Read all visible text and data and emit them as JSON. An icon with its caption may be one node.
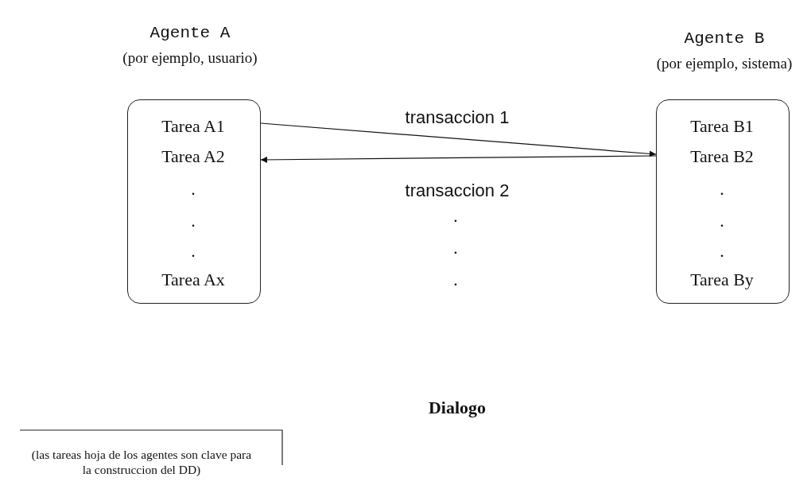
{
  "diagram": {
    "caption": "Dialogo",
    "nodes": [
      {
        "text": [
          "Agente A",
          "(por ejemplo, usuario)",
          "Tarea A1",
          "Tarea A2",
          ".",
          ".",
          ".",
          "Tarea Ax"
        ]
      },
      {
        "text": [
          "Agente B",
          "(por ejemplo, sistema)",
          "Tarea B1",
          "Tarea B2",
          ".",
          ".",
          ".",
          "Tarea By"
        ]
      }
    ],
    "edges": [
      {
        "from": 0,
        "to": 1,
        "arrow": "to",
        "label": "transaccion 1"
      },
      {
        "from": 1,
        "to": 0,
        "arrow": "to",
        "label": "transaccion 2"
      }
    ],
    "labels": [
      ".",
      ".",
      ".",
      "(las tareas hoja de los agentes son clave para la construccion del DD)"
    ]
  }
}
